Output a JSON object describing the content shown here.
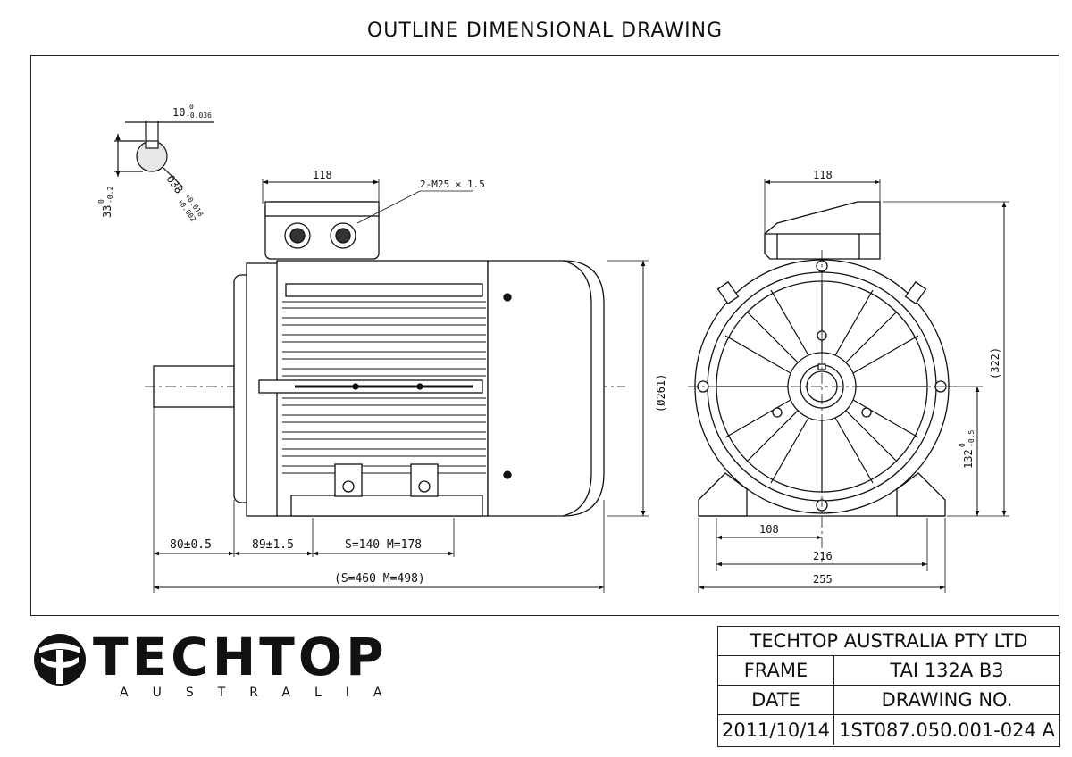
{
  "title": "OUTLINE DIMENSIONAL DRAWING",
  "dimensions": {
    "key_width": "10",
    "key_width_tol_upper": "0",
    "key_width_tol_lower": "-0.036",
    "key_depth": "33",
    "key_depth_tol_upper": "0",
    "key_depth_tol_lower": "-0.2",
    "shaft_diameter": "Ø38",
    "shaft_tol_upper": "+0.018",
    "shaft_tol_lower": "+0.002",
    "terminal_box_width_side": "118",
    "cable_glands": "2-M25 × 1.5",
    "body_diameter": "(Ø261)",
    "shaft_length": "80±0.5",
    "shoulder_to_foot": "89±1.5",
    "foot_spacing": "S=140  M=178",
    "overall_length": "(S=460  M=498)",
    "terminal_box_width_end": "118",
    "overall_height": "(322)",
    "shaft_height": "132",
    "shaft_height_tol_upper": "0",
    "shaft_height_tol_lower": "-0.5",
    "half_foot_spacing": "108",
    "foot_span": "216",
    "overall_width": "255"
  },
  "logo": {
    "brand": "TECHTOP",
    "subtitle": "AUSTRALIA"
  },
  "title_block": {
    "company": "TECHTOP AUSTRALIA PTY LTD",
    "frame_label": "FRAME",
    "frame_value": "TAI 132A B3",
    "date_label": "DATE",
    "drawing_no_label": "DRAWING NO.",
    "date_value": "2011/10/14",
    "drawing_no_value": "1ST087.050.001-024 A"
  }
}
